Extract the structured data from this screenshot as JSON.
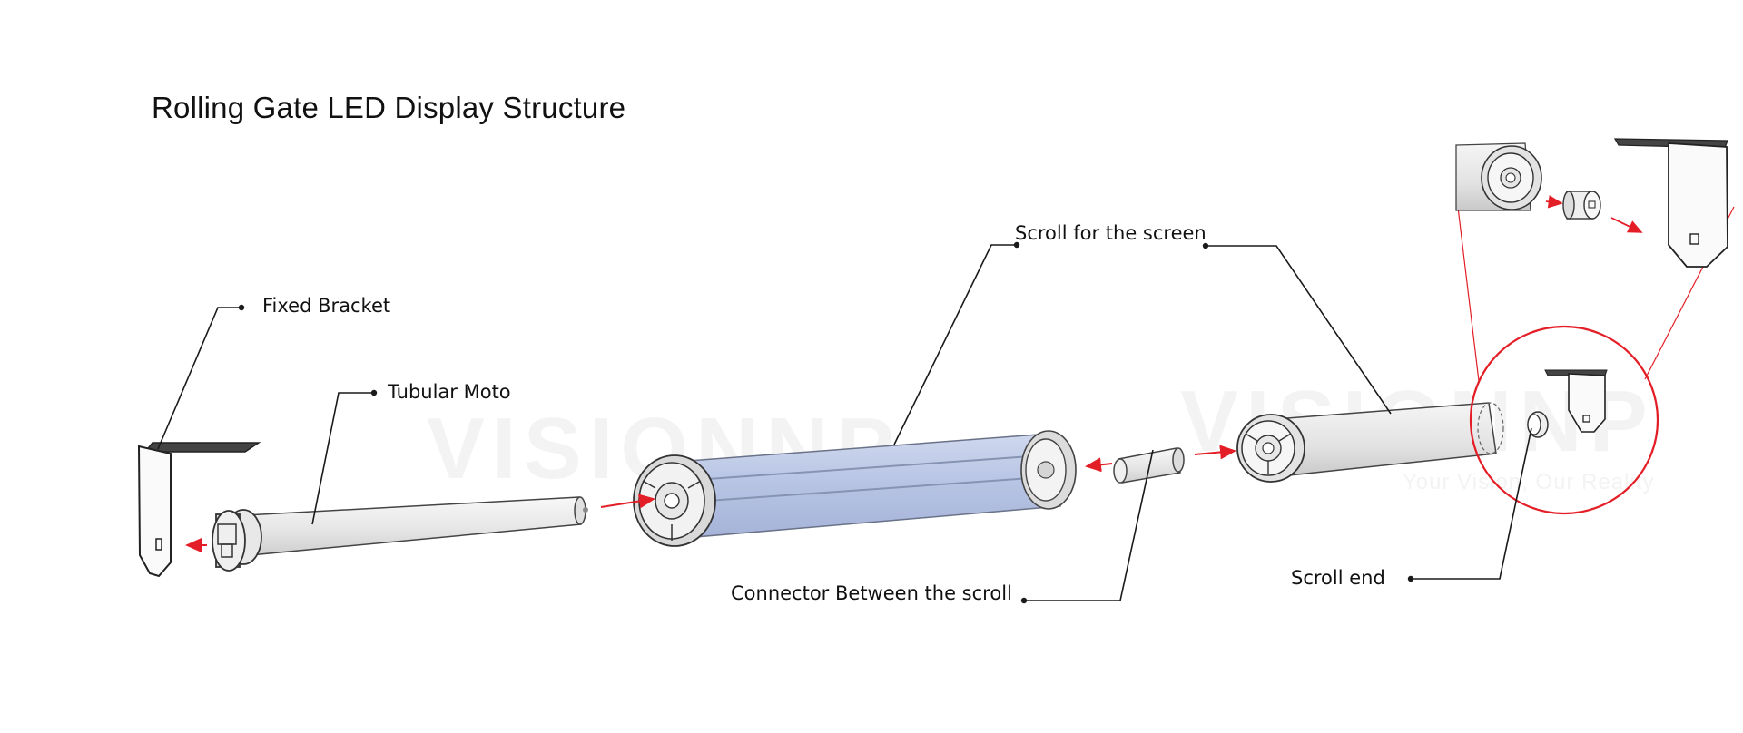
{
  "title": "Rolling Gate LED Display Structure",
  "labels": {
    "fixed_bracket": "Fixed Bracket",
    "tubular_moto": "Tubular Moto",
    "scroll_for_screen": "Scroll for the screen",
    "connector": "Connector Between the scroll",
    "scroll_end": "Scroll end"
  },
  "watermark": {
    "brand": "VISIONNP",
    "tagline": "Your Vision, Our Reality"
  },
  "colors": {
    "arrow": "#e41e26",
    "callout_circle": "#e41e26",
    "screen_fill": "#b9c6e4",
    "part_fill": "#eeeeee",
    "line": "#222222"
  }
}
